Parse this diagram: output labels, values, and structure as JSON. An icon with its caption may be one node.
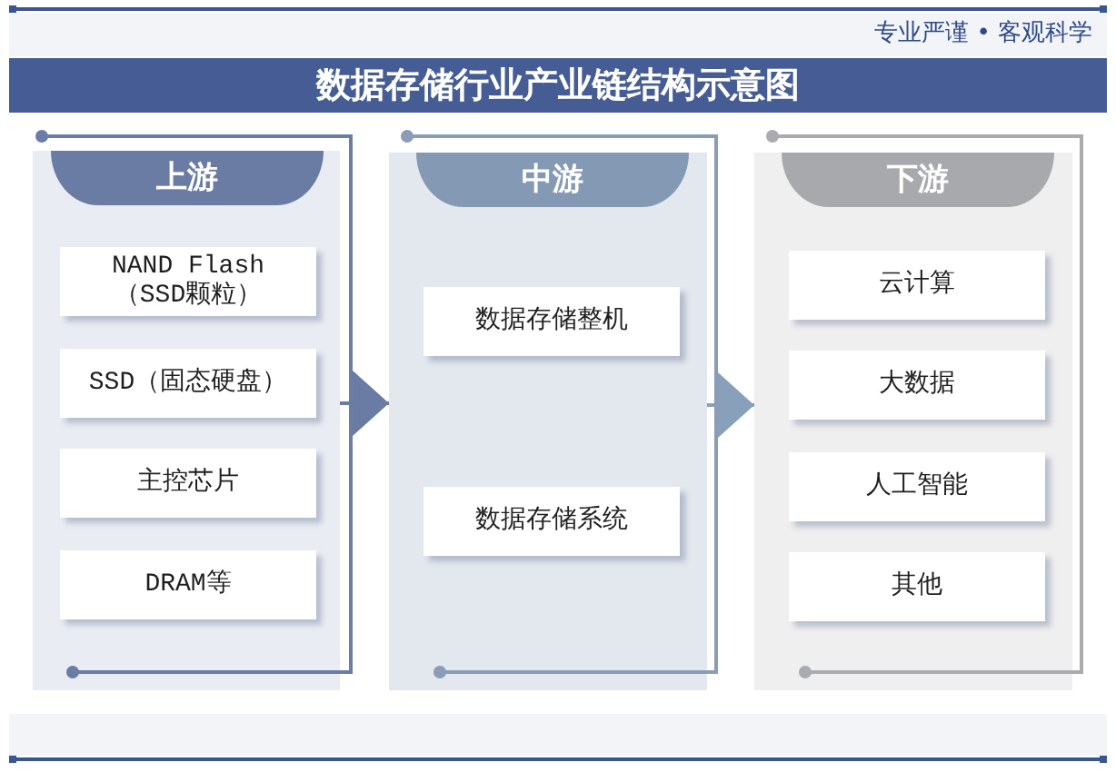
{
  "diagram": {
    "title": "数据存储行业产业链结构示意图",
    "nodes": [
      {
        "text": [
          "上游"
        ]
      },
      {
        "text": [
          "NAND Flash （SSD颗粒）"
        ],
        "in": 0
      },
      {
        "text": [
          "SSD（固态硬盘）"
        ],
        "in": 0
      },
      {
        "text": [
          "主控芯片"
        ],
        "in": 0
      },
      {
        "text": [
          "DRAM等"
        ],
        "in": 0
      },
      {
        "text": [
          "中游"
        ]
      },
      {
        "text": [
          "数据存储整机"
        ],
        "in": 5
      },
      {
        "text": [
          "数据存储系统"
        ],
        "in": 5
      },
      {
        "text": [
          "下游"
        ]
      },
      {
        "text": [
          "云计算"
        ],
        "in": 8
      },
      {
        "text": [
          "大数据"
        ],
        "in": 8
      },
      {
        "text": [
          "人工智能"
        ],
        "in": 8
      },
      {
        "text": [
          "其他"
        ],
        "in": 8
      }
    ],
    "edges": [
      {
        "from": 0,
        "to": 5,
        "arrow": "to",
        "color": "#6a7ba4"
      },
      {
        "from": 5,
        "to": 8,
        "arrow": "to",
        "color": "#89a0ba"
      }
    ],
    "labels": [
      "专业严谨 • 客观科学"
    ]
  }
}
